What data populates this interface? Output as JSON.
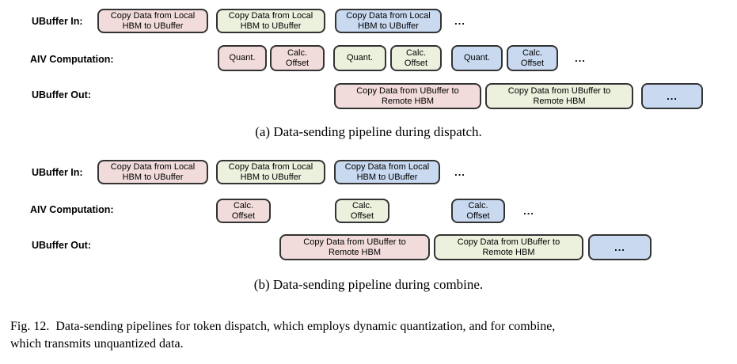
{
  "colors": {
    "pink": "#f2dcdb",
    "green": "#ebf1dd",
    "blue": "#c8d9f0",
    "border": "#333333"
  },
  "rows": {
    "in": "UBuffer In:",
    "aiv": "AIV Computation:",
    "out": "UBuffer Out:"
  },
  "boxes": {
    "copy_in": "Copy Data from Local HBM to UBuffer",
    "copy_out": "Copy Data from UBuffer to Remote HBM",
    "quant": "Quant.",
    "calc_offset": "Calc. Offset",
    "dots": "..."
  },
  "captions": {
    "a": "(a) Data-sending pipeline during dispatch.",
    "b": "(b) Data-sending pipeline during combine.",
    "fig_line1": "Fig. 12.  Data-sending pipelines for token dispatch, which employs dynamic quantization, and for combine,",
    "fig_line2": "which transmits unquantized data."
  }
}
